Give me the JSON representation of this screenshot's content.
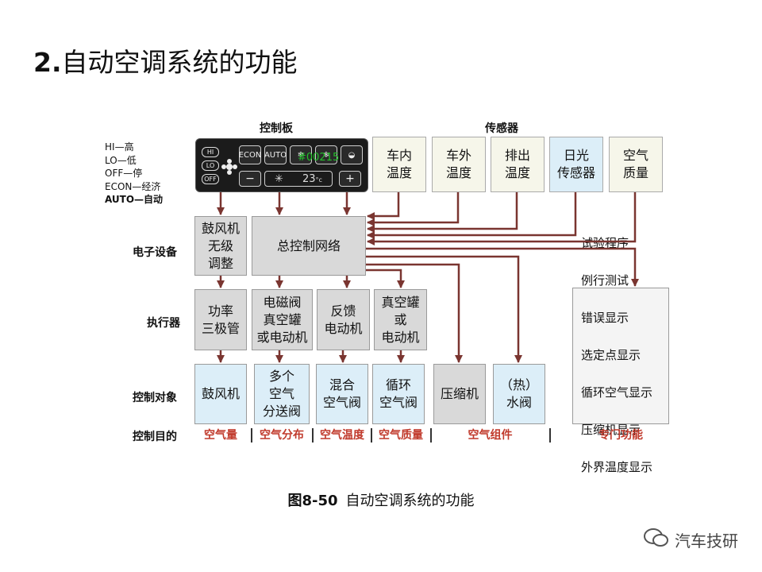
{
  "title": {
    "num": "2.",
    "text": "自动空调系统的功能"
  },
  "headers": {
    "control_panel": "控制板",
    "sensors": "传感器"
  },
  "legend": {
    "items": [
      "HI—高",
      "LO—低",
      "OFF—停",
      "ECON—经济",
      "AUTO—自动"
    ]
  },
  "panel": {
    "hi": "HI",
    "lo": "LO",
    "off": "OFF",
    "econ": "ECON",
    "auto": "AUTO",
    "minus": "−",
    "plus": "+",
    "temp": "23",
    "temp_unit": "°c",
    "stamp": "#00215"
  },
  "sensors": [
    {
      "label": "车内\n温度",
      "highlight": false
    },
    {
      "label": "车外\n温度",
      "highlight": false
    },
    {
      "label": "排出\n温度",
      "highlight": false
    },
    {
      "label": "日光\n传感器",
      "highlight": true
    },
    {
      "label": "空气\n质量",
      "highlight": false
    }
  ],
  "row_labels": {
    "electronics": "电子设备",
    "actuators": "执行器",
    "control_objects": "控制对象",
    "control_purpose": "控制目的"
  },
  "electronics": {
    "blower_reg": "鼓风机\n无级\n调整",
    "network": "总控制网络"
  },
  "actuators": [
    "功率\n三极管",
    "电磁阀\n真空罐\n或电动机",
    "反馈\n电动机",
    "真空罐\n或\n电动机"
  ],
  "objects": [
    "鼓风机",
    "多个\n空气\n分送阀",
    "混合\n空气阀",
    "循环\n空气阀",
    "压缩机",
    "（热）\n水阀"
  ],
  "special_functions": [
    "试验程序",
    "例行测试",
    "错误显示",
    "选定点显示",
    "循环空气显示",
    "压缩机显示",
    "外界温度显示"
  ],
  "purposes": [
    "空气量",
    "空气分布",
    "空气温度",
    "空气质量",
    "空气组件",
    "专门功能"
  ],
  "caption": {
    "fig": "图8-50",
    "text": "自动空调系统的功能"
  },
  "watermark": "汽车技研",
  "colors": {
    "arrow": "#7a3530",
    "purpose_text": "#c0392b",
    "box_gray": "#d9d9d9",
    "box_blue": "#dceef8"
  }
}
